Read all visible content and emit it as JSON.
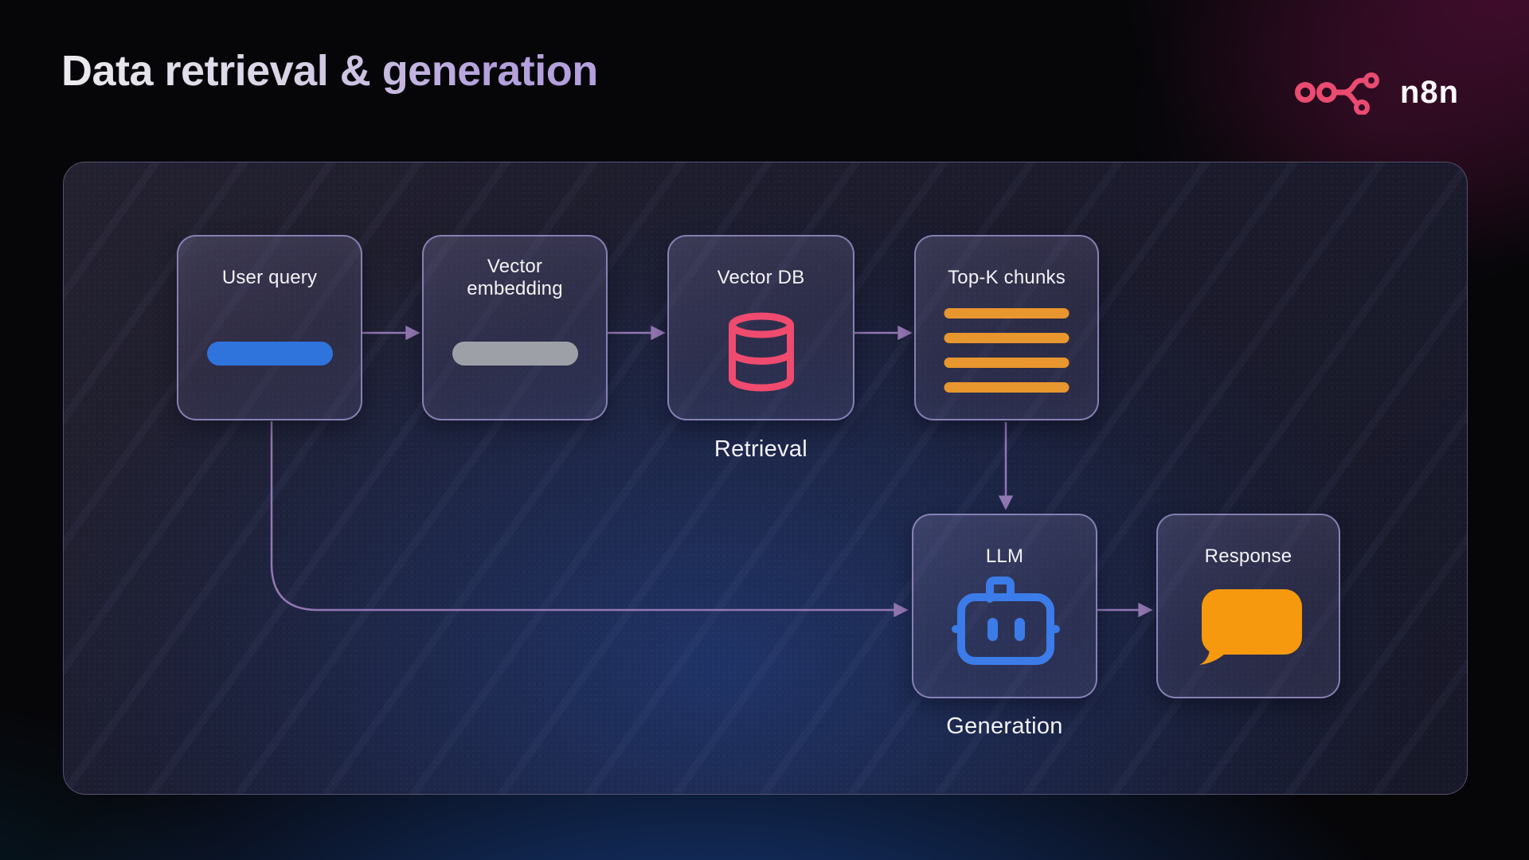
{
  "header": {
    "title": "Data retrieval & generation",
    "brand": "n8n"
  },
  "nodes": [
    {
      "id": "user-query",
      "label": "User query",
      "icon": "blue-pill-icon"
    },
    {
      "id": "vector-embedding",
      "label": "Vector embedding",
      "icon": "gray-pill-icon"
    },
    {
      "id": "vector-db",
      "label": "Vector DB",
      "icon": "database-icon"
    },
    {
      "id": "top-k-chunks",
      "label": "Top-K chunks",
      "icon": "stacked-bars-icon"
    },
    {
      "id": "llm",
      "label": "LLM",
      "icon": "robot-icon"
    },
    {
      "id": "response",
      "label": "Response",
      "icon": "speech-bubble-icon"
    }
  ],
  "captions": {
    "retrieval": "Retrieval",
    "generation": "Generation"
  },
  "edges": [
    {
      "from": "user-query",
      "to": "vector-embedding"
    },
    {
      "from": "vector-embedding",
      "to": "vector-db"
    },
    {
      "from": "vector-db",
      "to": "top-k-chunks"
    },
    {
      "from": "top-k-chunks",
      "to": "llm"
    },
    {
      "from": "user-query",
      "to": "llm"
    },
    {
      "from": "llm",
      "to": "response"
    }
  ],
  "colors": {
    "brand_pink": "#EA4B71",
    "database_pink": "#EE4B6E",
    "robot_blue": "#3B7CE8",
    "pill_blue": "#2F73DC",
    "pill_gray": "#9EA0A8",
    "bars_orange": "#E8962E",
    "bubble_orange": "#F6990E",
    "connector_purple": "#9377B3",
    "title_gradient_from": "#ECEAEE",
    "title_gradient_to": "#B4A0DC"
  }
}
